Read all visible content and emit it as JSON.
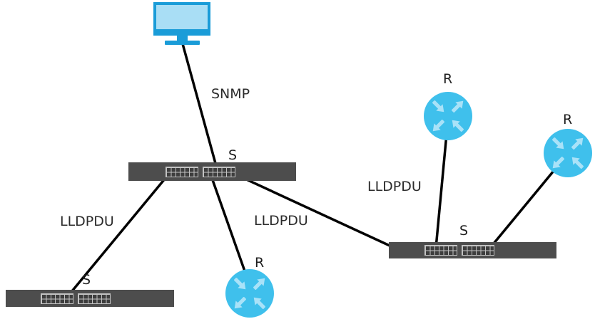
{
  "diagram": {
    "type": "network-topology",
    "description": "Management computer polls a switch via SNMP; switches and routers exchange LLDPDU frames",
    "nodes": [
      {
        "id": "admin-pc",
        "type": "computer",
        "label": ""
      },
      {
        "id": "switch-main",
        "type": "switch",
        "label": "S"
      },
      {
        "id": "switch-left",
        "type": "switch",
        "label": "S"
      },
      {
        "id": "switch-right",
        "type": "switch",
        "label": "S"
      },
      {
        "id": "router-top",
        "type": "router",
        "label": "R"
      },
      {
        "id": "router-right",
        "type": "router",
        "label": "R"
      },
      {
        "id": "router-bottom",
        "type": "router",
        "label": "R"
      }
    ],
    "links": [
      {
        "from": "admin-pc",
        "to": "switch-main",
        "label": "SNMP"
      },
      {
        "from": "switch-main",
        "to": "switch-left",
        "label": "LLDPDU"
      },
      {
        "from": "switch-main",
        "to": "router-bottom",
        "label": ""
      },
      {
        "from": "switch-main",
        "to": "switch-right",
        "label": "LLDPDU"
      },
      {
        "from": "router-top",
        "to": "switch-right",
        "label": "LLDPDU"
      },
      {
        "from": "router-right",
        "to": "switch-right",
        "label": ""
      }
    ],
    "colors": {
      "line": "#000000",
      "switch_body": "#4d4d4d",
      "port_grid": "#c3c3c3",
      "port_cell": "#3d3d3d",
      "router_fill": "#3fc0ec",
      "router_arrow": "#a9e2f8",
      "monitor_frame": "#1a9cd8",
      "monitor_screen": "#a9def5",
      "text": "#2b2b2b"
    }
  }
}
